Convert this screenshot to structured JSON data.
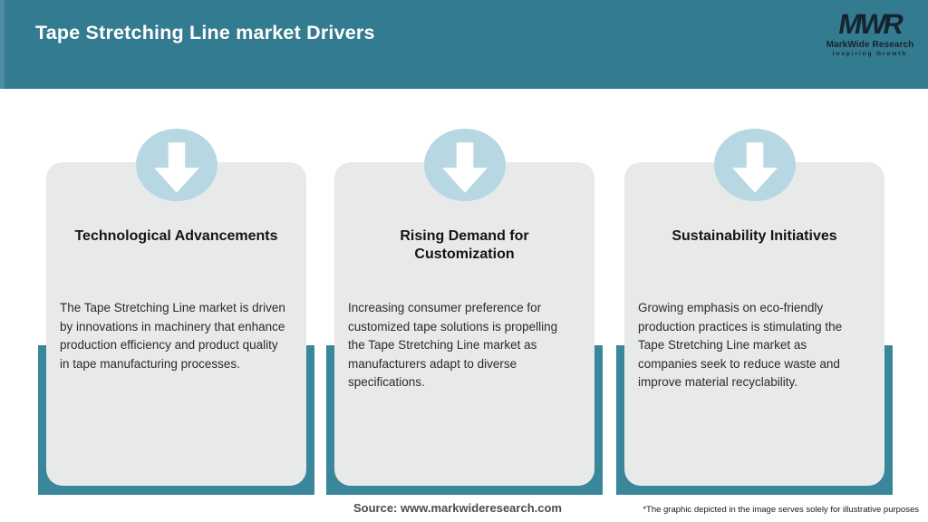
{
  "header": {
    "title": "Tape Stretching Line market Drivers",
    "logo": {
      "acronym": "MWR",
      "name": "MarkWide Research",
      "tagline": "Inspiring Growth"
    }
  },
  "cards": [
    {
      "icon": "arrow-down-icon",
      "title": "Technological Advancements",
      "body": "The Tape Stretching Line market is driven by innovations in machinery that enhance production efficiency and product quality in tape manufacturing processes."
    },
    {
      "icon": "arrow-down-icon",
      "title": "Rising Demand for Customization",
      "body": "Increasing consumer preference for customized tape solutions is propelling the Tape Stretching Line market as manufacturers adapt to diverse specifications."
    },
    {
      "icon": "arrow-down-icon",
      "title": "Sustainability Initiatives",
      "body": "Growing emphasis on eco-friendly production practices is stimulating the Tape Stretching Line market as companies seek to reduce waste and improve material recyclability."
    }
  ],
  "footer": {
    "source": "Source: www.markwideresearch.com",
    "disclaimer": "*The graphic depicted in the image serves solely for illustrative purposes"
  },
  "colors": {
    "header_bg": "#337b90",
    "shadow_block": "#3a869b",
    "card_bg": "#e8eaea",
    "icon_circle": "#b7d7e3",
    "icon_arrow": "#ffffff",
    "title_text": "#ffffff",
    "logo_text": "#16242f"
  }
}
